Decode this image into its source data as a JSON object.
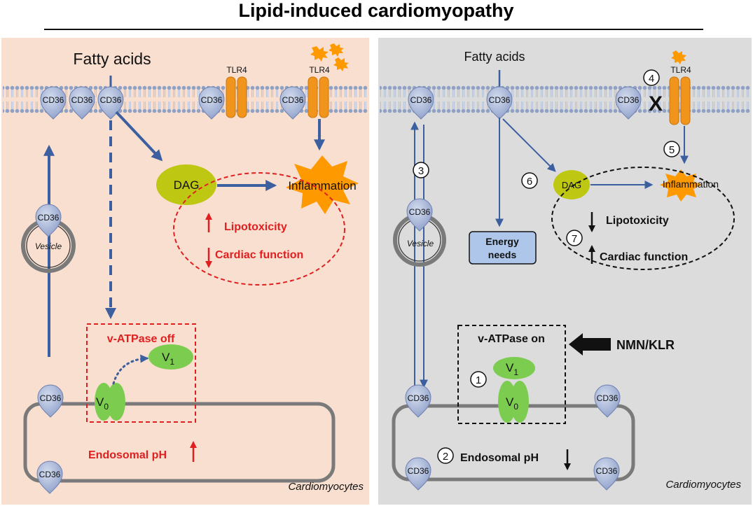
{
  "title": "Lipid-induced cardiomyopathy",
  "colors": {
    "left_panel_bg": "#f9dfd0",
    "right_panel_bg": "#dcdcdc",
    "arrow_blue": "#3c5fa0",
    "alert_red": "#e02020",
    "dag_yellowgreen": "#bec812",
    "atpase_green": "#7ccc50",
    "tlr4_orange": "#f0941c",
    "inflammation_orange": "#ff9900",
    "cd36_fill": "#a9b8da",
    "energy_box_fill": "#adc6ea"
  },
  "left_panel": {
    "fatty_acids": "Fatty acids",
    "cd36": "CD36",
    "tlr4": "TLR4",
    "dag": "DAG",
    "inflammation": "Inflammation",
    "lipotoxicity": "Lipotoxicity",
    "cardiac_function": "Cardiac function",
    "vesicle": "Vesicle",
    "vatpase": "v-ATPase off",
    "v1": "V",
    "v1_sub": "1",
    "v0": "V",
    "v0_sub": "0",
    "endosomal_ph": "Endosomal pH",
    "cell_type": "Cardiomyocytes",
    "lipotoxicity_direction": "up",
    "cardiac_function_direction": "down",
    "endosomal_ph_direction": "up"
  },
  "right_panel": {
    "fatty_acids": "Fatty acids",
    "cd36": "CD36",
    "tlr4": "TLR4",
    "blocked_mark": "X",
    "dag": "DAG",
    "inflammation": "Inflammation",
    "lipotoxicity": "Lipotoxicity",
    "cardiac_function": "Cardiac function",
    "energy_needs_line1": "Energy",
    "energy_needs_line2": "needs",
    "vesicle": "Vesicle",
    "vatpase": "v-ATPase on",
    "treatment": "NMN/KLR",
    "v1": "V",
    "v1_sub": "1",
    "v0": "V",
    "v0_sub": "0",
    "endosomal_ph": "Endosomal pH",
    "cell_type": "Cardiomyocytes",
    "lipotoxicity_direction": "down",
    "cardiac_function_direction": "up",
    "endosomal_ph_direction": "down",
    "steps": [
      "1",
      "2",
      "3",
      "4",
      "5",
      "6",
      "7"
    ]
  }
}
